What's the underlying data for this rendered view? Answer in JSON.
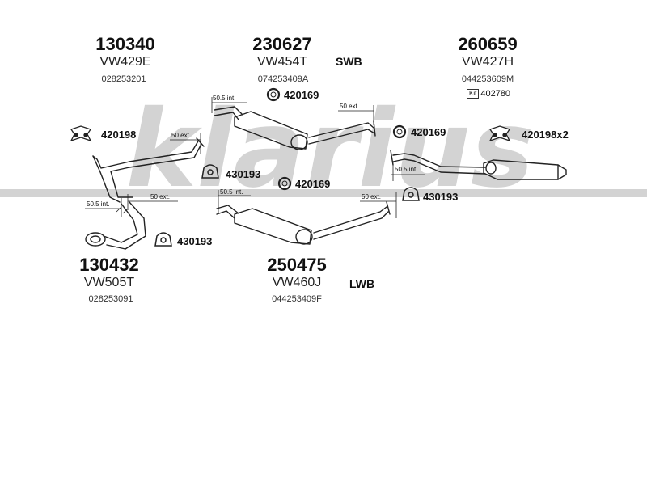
{
  "watermark": "klarius",
  "variants": {
    "swb": "SWB",
    "lwb": "LWB"
  },
  "parts": [
    {
      "id": "p130340",
      "number": "130340",
      "ref": "VW429E",
      "oem": "028253201"
    },
    {
      "id": "p230627",
      "number": "230627",
      "ref": "VW454T",
      "oem": "074253409A"
    },
    {
      "id": "p260659",
      "number": "260659",
      "ref": "VW427H",
      "oem": "044253609M"
    },
    {
      "id": "p130432",
      "number": "130432",
      "ref": "VW505T",
      "oem": "028253091"
    },
    {
      "id": "p250475",
      "number": "250475",
      "ref": "VW460J",
      "oem": "044253409F"
    }
  ],
  "kit": {
    "icon_text": "Kit",
    "number": "402780"
  },
  "fittings": [
    {
      "code": "420169",
      "kind": "ring"
    },
    {
      "code": "420198",
      "kind": "hanger"
    },
    {
      "code": "430193",
      "kind": "clamp"
    },
    {
      "code": "420169",
      "kind": "ring"
    },
    {
      "code": "420169",
      "kind": "ring"
    },
    {
      "code": "420198x2",
      "kind": "hanger"
    },
    {
      "code": "430193",
      "kind": "clamp"
    },
    {
      "code": "430193",
      "kind": "clamp"
    }
  ],
  "dimensions": [
    "50.5 int.",
    "50 ext.",
    "50 ext.",
    "50.5 int.",
    "50.5 int.",
    "50 ext.",
    "50.5 int.",
    "50 ext."
  ],
  "colors": {
    "watermark": "#d3d3d3",
    "line": "#222222"
  }
}
